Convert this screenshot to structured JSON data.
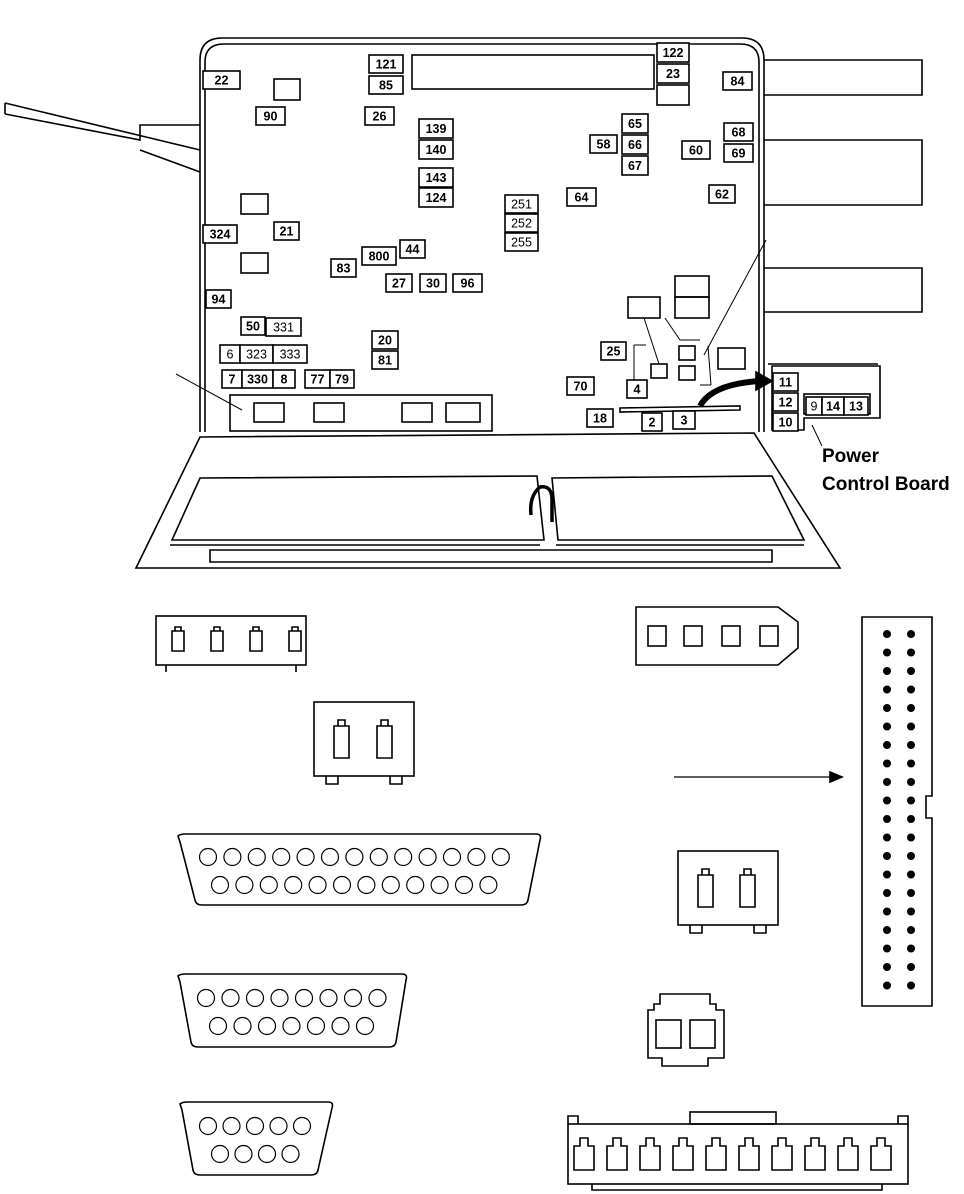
{
  "caption": {
    "line1": "Power",
    "line2": "Control Board"
  },
  "labels": [
    {
      "id": "l-22",
      "text": "22"
    },
    {
      "id": "l-121",
      "text": "121"
    },
    {
      "id": "l-85",
      "text": "85"
    },
    {
      "id": "l-122",
      "text": "122"
    },
    {
      "id": "l-23",
      "text": "23"
    },
    {
      "id": "l-84",
      "text": "84"
    },
    {
      "id": "l-90",
      "text": "90"
    },
    {
      "id": "l-26",
      "text": "26"
    },
    {
      "id": "l-139",
      "text": "139"
    },
    {
      "id": "l-140",
      "text": "140"
    },
    {
      "id": "l-65",
      "text": "65"
    },
    {
      "id": "l-58",
      "text": "58"
    },
    {
      "id": "l-66",
      "text": "66"
    },
    {
      "id": "l-67",
      "text": "67"
    },
    {
      "id": "l-60",
      "text": "60"
    },
    {
      "id": "l-68",
      "text": "68"
    },
    {
      "id": "l-69",
      "text": "69"
    },
    {
      "id": "l-143",
      "text": "143"
    },
    {
      "id": "l-124",
      "text": "124"
    },
    {
      "id": "l-64",
      "text": "64"
    },
    {
      "id": "l-62",
      "text": "62"
    },
    {
      "id": "l-251",
      "text": "251"
    },
    {
      "id": "l-252",
      "text": "252"
    },
    {
      "id": "l-255",
      "text": "255"
    },
    {
      "id": "l-324",
      "text": "324"
    },
    {
      "id": "l-21",
      "text": "21"
    },
    {
      "id": "l-800",
      "text": "800"
    },
    {
      "id": "l-44",
      "text": "44"
    },
    {
      "id": "l-83",
      "text": "83"
    },
    {
      "id": "l-27",
      "text": "27"
    },
    {
      "id": "l-30",
      "text": "30"
    },
    {
      "id": "l-96",
      "text": "96"
    },
    {
      "id": "l-94",
      "text": "94"
    },
    {
      "id": "l-50",
      "text": "50"
    },
    {
      "id": "l-331",
      "text": "331"
    },
    {
      "id": "l-20",
      "text": "20"
    },
    {
      "id": "l-6",
      "text": "6"
    },
    {
      "id": "l-323",
      "text": "323"
    },
    {
      "id": "l-333",
      "text": "333"
    },
    {
      "id": "l-81",
      "text": "81"
    },
    {
      "id": "l-7",
      "text": "7"
    },
    {
      "id": "l-330",
      "text": "330"
    },
    {
      "id": "l-8",
      "text": "8"
    },
    {
      "id": "l-77",
      "text": "77"
    },
    {
      "id": "l-79",
      "text": "79"
    },
    {
      "id": "l-25",
      "text": "25"
    },
    {
      "id": "l-70",
      "text": "70"
    },
    {
      "id": "l-4",
      "text": "4"
    },
    {
      "id": "l-18",
      "text": "18"
    },
    {
      "id": "l-2",
      "text": "2"
    },
    {
      "id": "l-3",
      "text": "3"
    },
    {
      "id": "l-11",
      "text": "11"
    },
    {
      "id": "l-12",
      "text": "12"
    },
    {
      "id": "l-10",
      "text": "10"
    },
    {
      "id": "l-9",
      "text": "9"
    },
    {
      "id": "l-14",
      "text": "14"
    },
    {
      "id": "l-13",
      "text": "13"
    }
  ]
}
